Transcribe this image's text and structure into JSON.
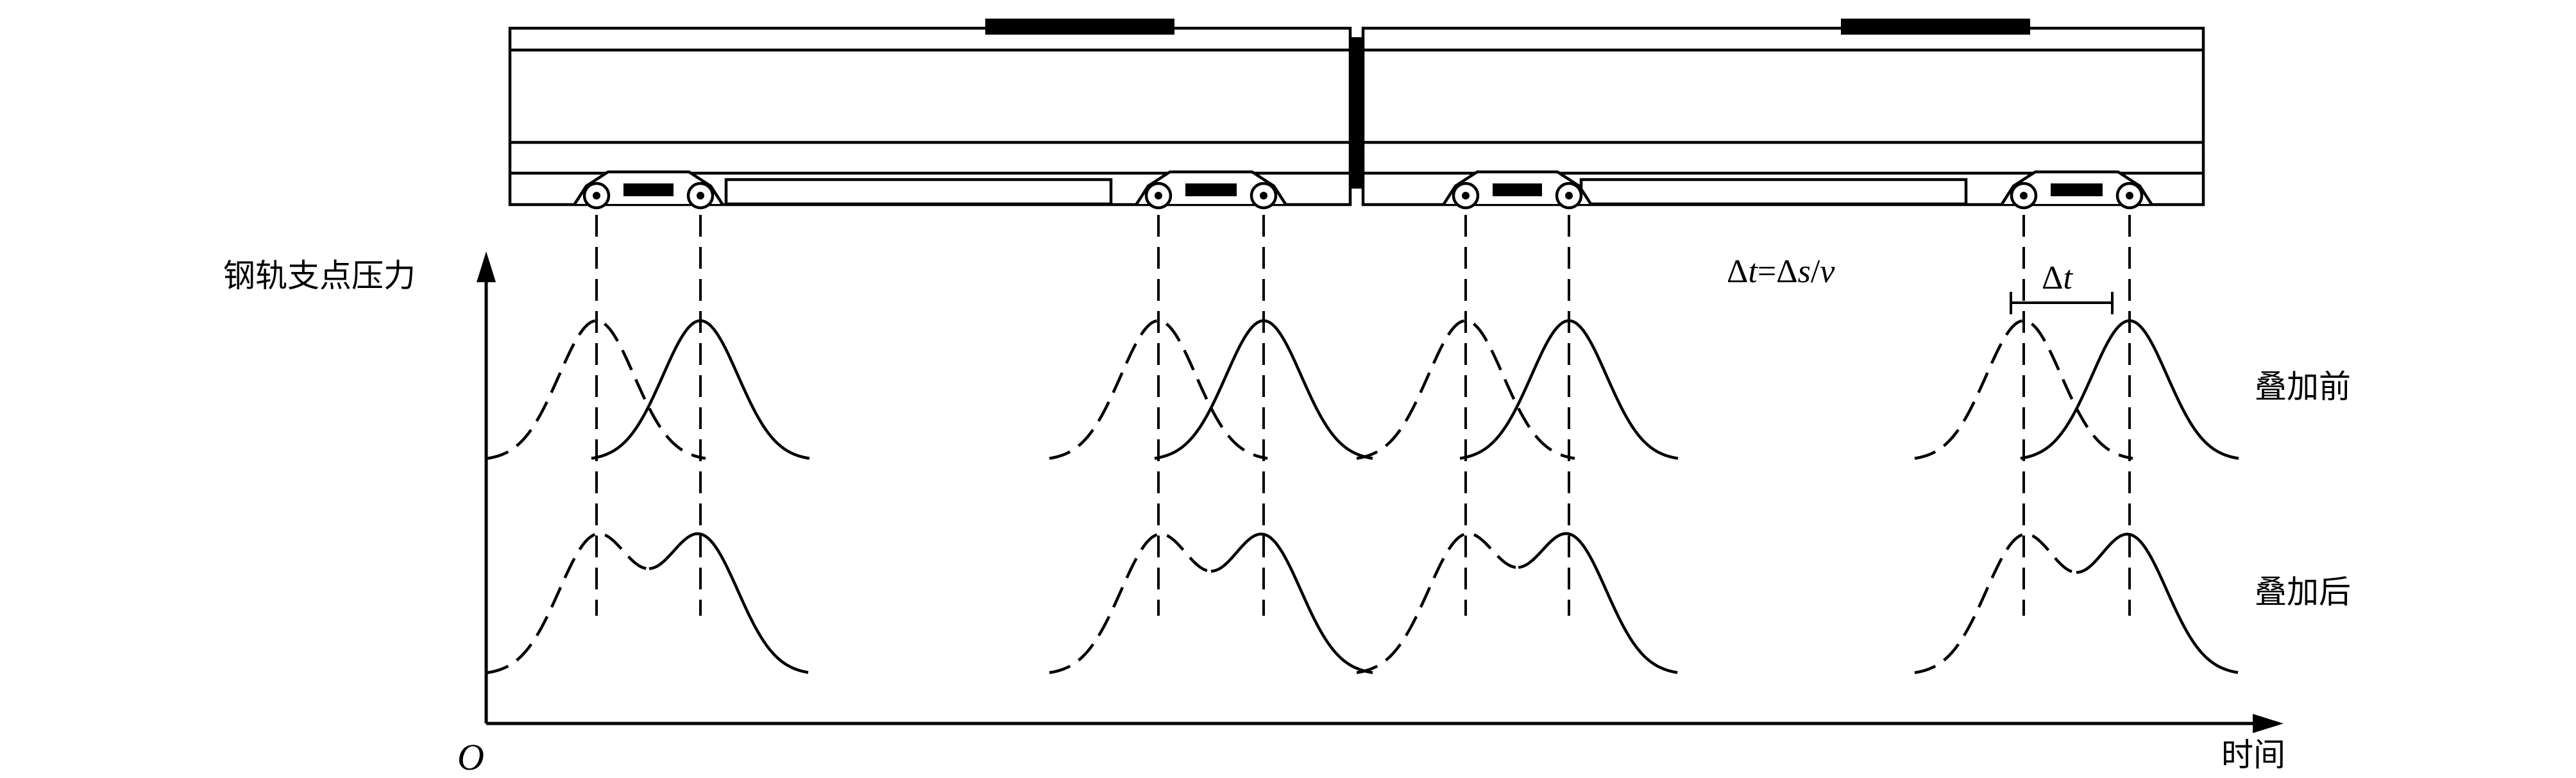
{
  "axes": {
    "y_label": "钢轨支点压力",
    "x_label": "时间",
    "origin": "O"
  },
  "formula": {
    "delta": "Δ",
    "t": "t",
    "equals": "=Δ",
    "s": "s",
    "slash": "/",
    "v": "v"
  },
  "interval_label": {
    "delta": "Δ",
    "t": "t"
  },
  "rows": {
    "before": "叠加前",
    "after": "叠加后"
  },
  "colors": {
    "line": "#000000",
    "background": "#ffffff"
  }
}
